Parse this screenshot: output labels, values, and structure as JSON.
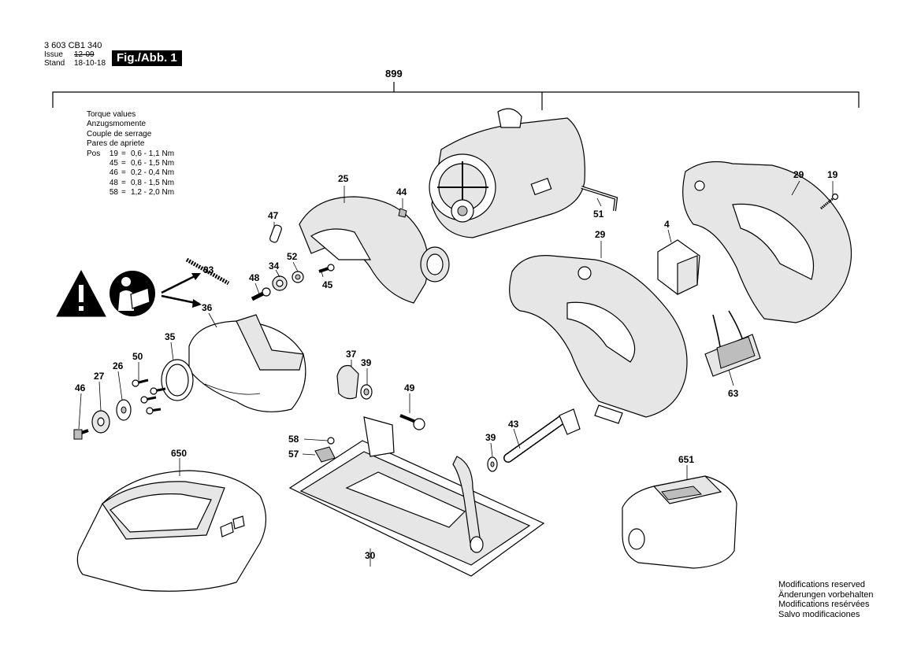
{
  "header": {
    "doc_number": "3 603 CB1 340",
    "issue_label": "Issue",
    "stand_label": "Stand",
    "issue_value": "12-09",
    "stand_value": "18-10-18",
    "figure_tag": "Fig./Abb. 1"
  },
  "assembly_callout": "899",
  "torque": {
    "headings": [
      "Torque values",
      "Anzugsmomente",
      "Couple de serrage",
      "Pares de apriete"
    ],
    "pos_label": "Pos",
    "rows": [
      {
        "pos": "19",
        "value": "0,6 - 1,1 Nm"
      },
      {
        "pos": "45",
        "value": "0,6 - 1,5 Nm"
      },
      {
        "pos": "46",
        "value": "0,2 - 0,4 Nm"
      },
      {
        "pos": "48",
        "value": "0,8 - 1,5 Nm"
      },
      {
        "pos": "58",
        "value": "1,2 - 2,0 Nm"
      }
    ]
  },
  "callouts": {
    "c25": "25",
    "c44": "44",
    "c47": "47",
    "c52": "52",
    "c34": "34",
    "c48": "48",
    "c45": "45",
    "c51": "51",
    "c29a": "29",
    "c29b": "29",
    "c19": "19",
    "c4": "4",
    "c33": "33",
    "c36": "36",
    "c35": "35",
    "c50": "50",
    "c26": "26",
    "c27": "27",
    "c46": "46",
    "c37": "37",
    "c39a": "39",
    "c49": "49",
    "c58": "58",
    "c57": "57",
    "c39b": "39",
    "c43": "43",
    "c63": "63",
    "c650": "650",
    "c651": "651",
    "c30": "30"
  },
  "footer": {
    "modifications": [
      "Modifications reserved",
      "Änderungen vorbehalten",
      "Modifications resérvées",
      "Salvo modificaciones"
    ]
  }
}
